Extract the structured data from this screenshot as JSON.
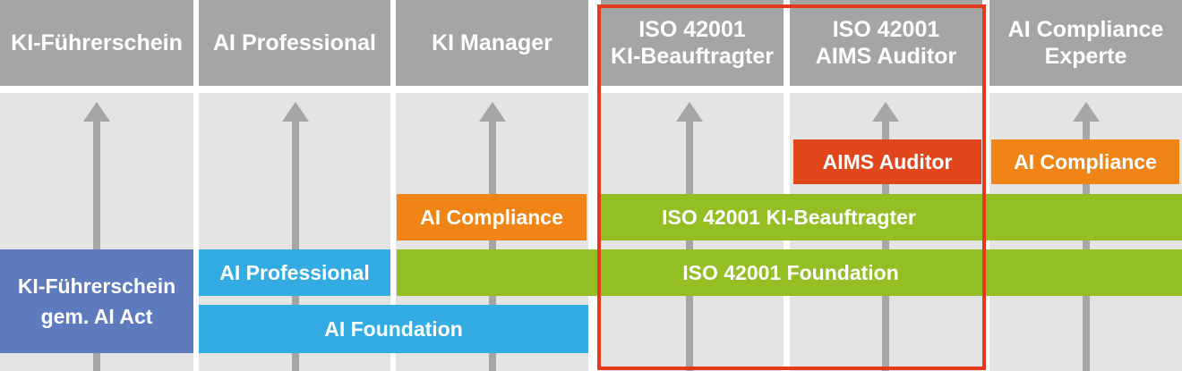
{
  "columns": [
    {
      "title": "KI-Führerschein"
    },
    {
      "title": "AI Professional"
    },
    {
      "title": "KI Manager"
    },
    {
      "title": "ISO 42001\nKI-Beauftragter"
    },
    {
      "title": "ISO 42001\nAIMS Auditor"
    },
    {
      "title": "AI Compliance\nExperte"
    }
  ],
  "bars": {
    "aims_auditor": "AIMS Auditor",
    "ai_compliance_right": "AI Compliance",
    "ai_compliance_left": "AI Compliance",
    "iso_ki_beauftragter": "ISO 42001 KI-Beauftragter",
    "iso_foundation": "ISO 42001 Foundation",
    "ai_professional": "AI Professional",
    "ki_fuehrerschein": "KI-Führerschein\ngem. AI Act",
    "ai_foundation": "AI Foundation"
  },
  "colors": {
    "header_gray": "#a5a5a5",
    "column_gray": "#e4e4e4",
    "arrow_gray": "#a6a6a6",
    "green": "#93be24",
    "orange": "#f08416",
    "red": "#e2461c",
    "blue": "#33ace3",
    "navy": "#5e7bbd",
    "highlight_border": "#e43a1b"
  }
}
